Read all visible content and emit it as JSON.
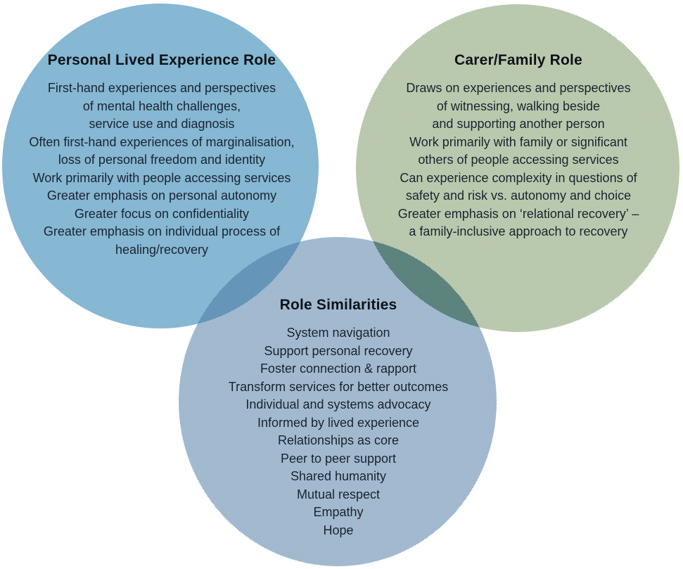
{
  "diagram": {
    "type": "venn",
    "background": "#ffffff",
    "colors": {
      "personal_fill": "#86b7d3",
      "carer_pattern_dot": "#74925c",
      "similarities_pattern_dot": "#44749e",
      "overlap_left_bottom": "#6f9ec0",
      "overlap_right_bottom": "#6fa08f",
      "body_text": "#1a2430",
      "title_text": "#0d1319"
    },
    "circles": [
      {
        "id": "personal",
        "title": "Personal Lived Experience Role",
        "lines": [
          "First-hand experiences and perspectives",
          "of mental health challenges,",
          "service use and diagnosis",
          "Often first-hand experiences of marginalisation,",
          "loss of personal freedom and identity",
          "Work primarily with people accessing services",
          "Greater emphasis on personal autonomy",
          "Greater focus on confidentiality",
          "Greater emphasis on individual process of",
          "healing/recovery"
        ]
      },
      {
        "id": "carer",
        "title": "Carer/Family Role",
        "lines": [
          "Draws on experiences and perspectives",
          "of witnessing, walking beside",
          "and supporting another person",
          "Work primarily with family or significant",
          "others of people accessing services",
          "Can experience complexity in questions of",
          "safety and risk vs. autonomy and choice",
          "Greater emphasis on ‘relational recovery’ –",
          "a family-inclusive approach to recovery"
        ]
      },
      {
        "id": "similarities",
        "title": "Role Similarities",
        "lines": [
          "System navigation",
          "Support personal recovery",
          "Foster connection & rapport",
          "Transform services for better outcomes",
          "Individual and systems advocacy",
          "Informed by lived experience",
          "Relationships as core",
          "Peer to peer support",
          "Shared humanity",
          "Mutual respect",
          "Empathy",
          "Hope"
        ]
      }
    ]
  }
}
